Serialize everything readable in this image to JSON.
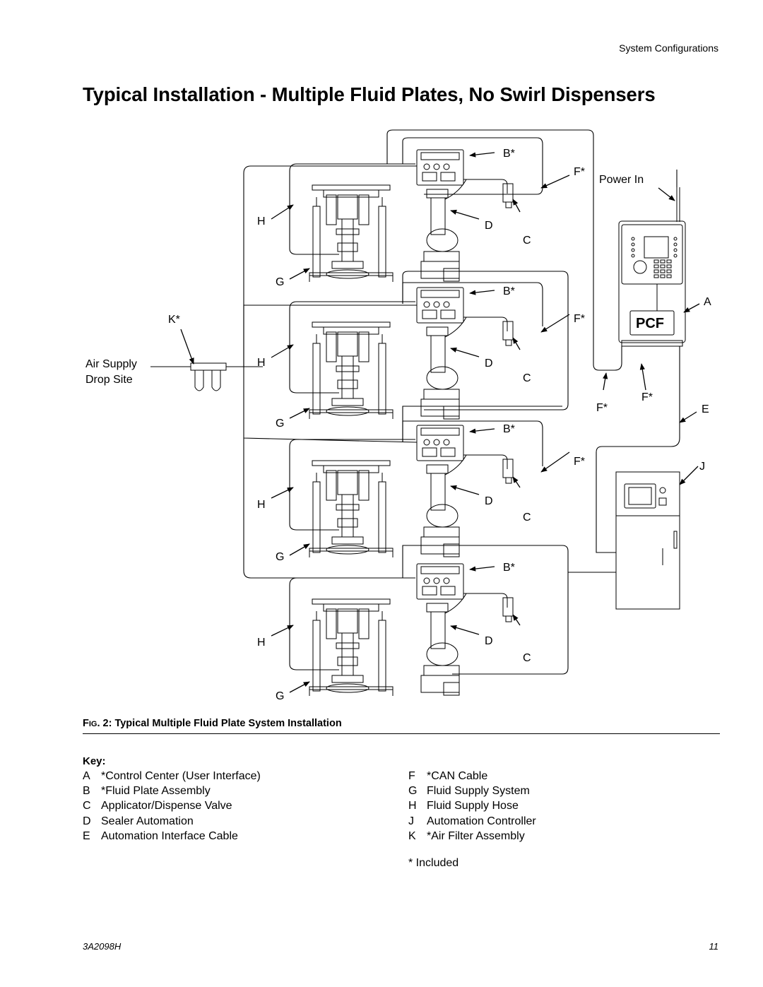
{
  "header": {
    "section": "System Configurations"
  },
  "title": "Typical Installation - Multiple Fluid Plates, No Swirl Dispensers",
  "diagram": {
    "callouts": {
      "b": "B*",
      "f": "F*",
      "d": "D",
      "c": "C",
      "h": "H",
      "g": "G",
      "k": "K*",
      "a": "A",
      "e": "E",
      "j": "J",
      "power_in": "Power In",
      "air_supply_line1": "Air Supply",
      "air_supply_line2": "Drop Site"
    },
    "logo_text": "PCF"
  },
  "figure_caption": {
    "prefix": "F",
    "prefix_small": "IG",
    "text": ". 2: Typical Multiple Fluid Plate System Installation"
  },
  "key": {
    "title": "Key:",
    "left": [
      {
        "letter": "A",
        "text": "*Control Center (User Interface)"
      },
      {
        "letter": "B",
        "text": "*Fluid Plate Assembly"
      },
      {
        "letter": "C",
        "text": "Applicator/Dispense Valve"
      },
      {
        "letter": "D",
        "text": "Sealer Automation"
      },
      {
        "letter": "E",
        "text": "Automation Interface Cable"
      }
    ],
    "right": [
      {
        "letter": "F",
        "text": "*CAN Cable"
      },
      {
        "letter": "G",
        "text": "Fluid Supply System"
      },
      {
        "letter": "H",
        "text": "Fluid Supply Hose"
      },
      {
        "letter": "J",
        "text": "Automation Controller"
      },
      {
        "letter": "K",
        "text": "*Air Filter Assembly"
      }
    ],
    "note": "* Included"
  },
  "footer": {
    "doc_number": "3A2098H",
    "page_number": "11"
  }
}
